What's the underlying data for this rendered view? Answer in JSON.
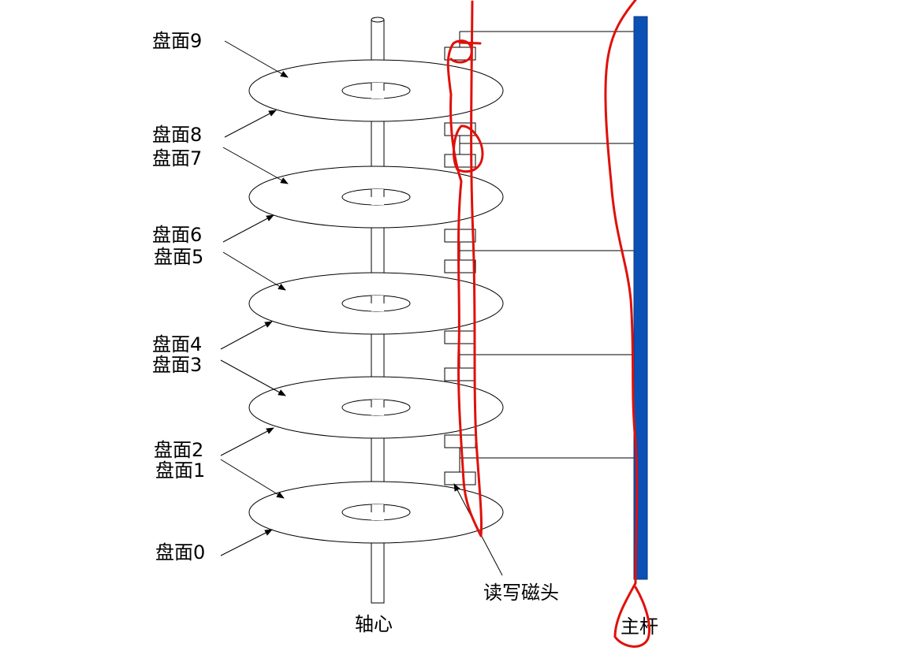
{
  "surface_labels": [
    "盘面9",
    "盘面8",
    "盘面7",
    "盘面6",
    "盘面5",
    "盘面4",
    "盘面3",
    "盘面2",
    "盘面1",
    "盘面0"
  ],
  "spindle_label": "轴心",
  "head_label": "读写磁头",
  "rod_label": "主杆",
  "colors": {
    "rod": "#0b50b4",
    "annotation": "#e0100a"
  }
}
